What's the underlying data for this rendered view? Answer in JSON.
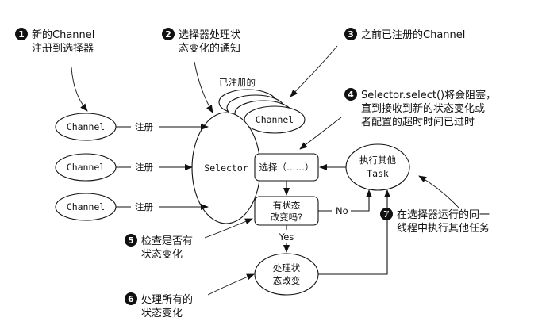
{
  "annotations": {
    "a1": {
      "num": "1",
      "line1": "新的Channel",
      "line2": "注册到选择器"
    },
    "a2": {
      "num": "2",
      "line1": "选择器处理状",
      "line2": "态变化的通知"
    },
    "a3": {
      "num": "3",
      "line1": "之前已注册的Channel"
    },
    "a4": {
      "num": "4",
      "line1": "Selector.select()将会阻塞，",
      "line2": "直到接收到新的状态变化或",
      "line3": "者配置的超时时间已过时"
    },
    "a5": {
      "num": "5",
      "line1": "检查是否有",
      "line2": "状态变化"
    },
    "a6": {
      "num": "6",
      "line1": "处理所有的",
      "line2": "状态变化"
    },
    "a7": {
      "num": "7",
      "line1": "在选择器运行的同一",
      "line2": "线程中执行其他任务"
    }
  },
  "nodes": {
    "channel_1": "Channel",
    "channel_2": "Channel",
    "channel_3": "Channel",
    "registered_label": "已注册的",
    "registered_channel": "Channel",
    "selector": "Selector",
    "select_box": "选择（……）",
    "decision_line1": "有状态",
    "decision_line2": "改变吗?",
    "process_line1": "处理状",
    "process_line2": "态改变",
    "task_line1": "执行其他",
    "task_line2": "Task"
  },
  "edges": {
    "register_1": "注册",
    "register_2": "注册",
    "register_3": "注册",
    "no": "No",
    "yes": "Yes"
  }
}
